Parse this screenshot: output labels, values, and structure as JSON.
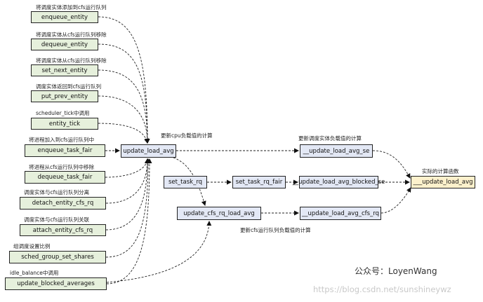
{
  "left_nodes": [
    {
      "note": "将调度实体添加到cfs运行队列",
      "label": "enqueue_entity"
    },
    {
      "note": "将调度实体从cfs运行队列移除",
      "label": "dequeue_entity"
    },
    {
      "note": "将调度实体从cfs运行队列移除",
      "label": "set_next_entity"
    },
    {
      "note": "调度实体返回到cfs运行队列",
      "label": "put_prev_entity"
    },
    {
      "note": "scheduler_tick中调用",
      "label": "entity_tick"
    },
    {
      "note": "将进程加入到cfs运行队列中",
      "label": "enqueue_task_fair"
    },
    {
      "note": "将进程从cfs运行队列中移除",
      "label": "dequeue_task_fair"
    },
    {
      "note": "调度实体与cfs运行队列分离",
      "label": "detach_entity_cfs_rq"
    },
    {
      "note": "调度实体与cfs运行队列关联",
      "label": "attach_entity_cfs_rq"
    },
    {
      "note": "组调度设置比例",
      "label": "sched_group_set_shares"
    },
    {
      "note": "idle_balance中调用",
      "label": "update_blocked_averages"
    }
  ],
  "center": {
    "update_load_avg": "update_load_avg",
    "update_load_avg_note": "更新cpu负载值的计算",
    "set_task_rq": "set_task_rq",
    "set_task_rq_fair": "set_task_rq_fair",
    "update_cfs_rq_load_avg": "update_cfs_rq_load_avg",
    "update_cfs_rq_load_avg_note": "更新cfs运行队列负载值的计算"
  },
  "right": {
    "load_avg_se": "__update_load_avg_se",
    "load_avg_se_note": "更新调度实体负载值的计算",
    "load_avg_blocked_se": "__update_load_avg_blocked_se",
    "load_avg_cfs_rq": "__update_load_avg_cfs_rq",
    "final": "___update_load_avg",
    "final_note": "实际的计算函数"
  },
  "watermarks": {
    "wechat": "公众号：LoyenWang",
    "url": "https://blog.csdn.net/sunshineywz"
  },
  "colors": {
    "caller_fill": "#e6f0dc",
    "function_fill": "#e3e8f5",
    "final_fill": "#fdf1cc"
  }
}
